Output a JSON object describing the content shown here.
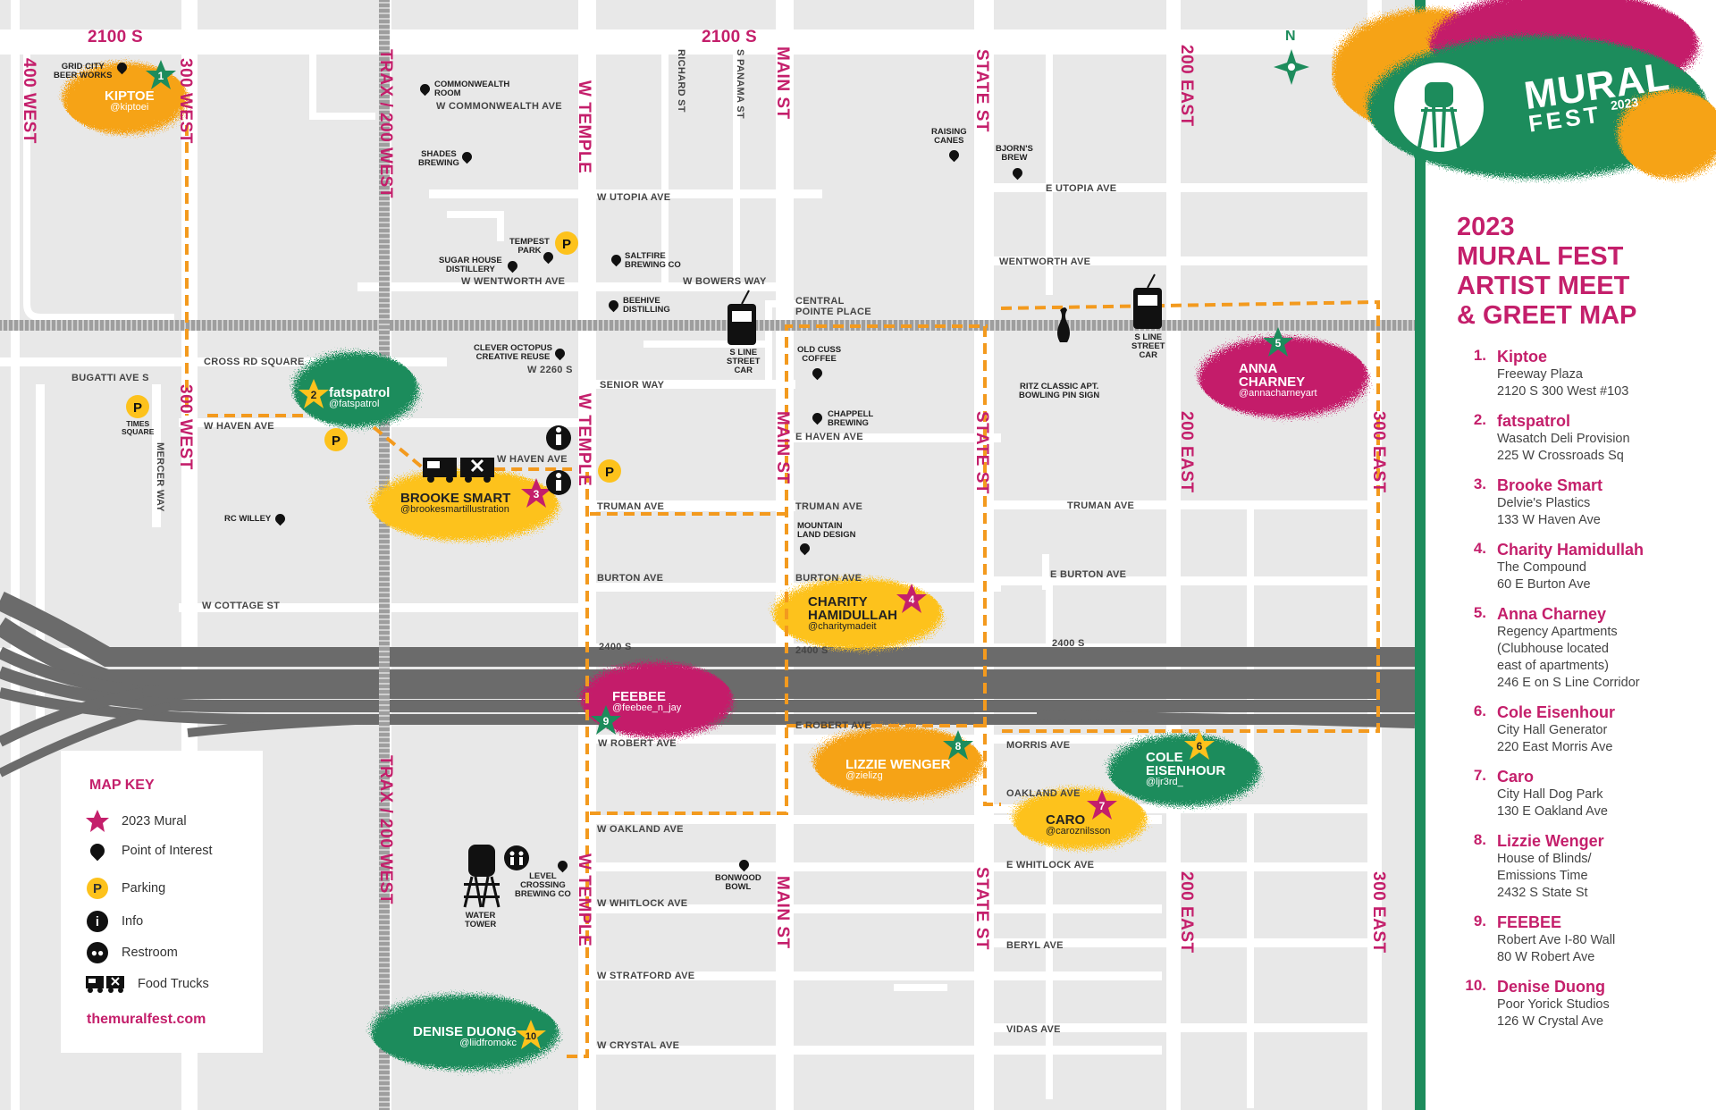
{
  "streets": {
    "s2100_left": "2100 S",
    "s2100_right": "2100 S",
    "w400": "400 WEST",
    "w300_top": "300 WEST",
    "w300_mid": "300 WEST",
    "trax_top": "TRAX / 200 WEST",
    "trax_bottom": "TRAX / 200 WEST",
    "wtemple_top": "W TEMPLE",
    "wtemple_mid": "W TEMPLE",
    "wtemple_bottom": "W TEMPLE",
    "main_top": "MAIN ST",
    "main_mid": "MAIN ST",
    "main_bottom": "MAIN ST",
    "state_top": "STATE ST",
    "state_mid": "STATE ST",
    "state_bottom": "STATE ST",
    "e200_top": "200 EAST",
    "e200_mid": "200 EAST",
    "e200_bottom": "200 EAST",
    "e300_mid": "300 EAST",
    "e300_bottom": "300 EAST",
    "richard": "RICHARD ST",
    "panama": "S PANAMA ST",
    "mercer": "MERCER WAY",
    "w_commonwealth": "W COMMONWEALTH AVE",
    "w_utopia": "W UTOPIA AVE",
    "e_utopia": "E UTOPIA AVE",
    "wentworth_w": "W WENTWORTH AVE",
    "wentworth_e": "WENTWORTH AVE",
    "bowers": "W BOWERS WAY",
    "central": "CENTRAL POINTE PLACE",
    "cross_rd": "CROSS RD SQUARE",
    "bugatti": "BUGATTI AVE S",
    "w2260": "W 2260 S",
    "senior": "SENIOR WAY",
    "haven_w": "W HAVEN AVE",
    "haven_w2": "W HAVEN AVE",
    "haven_e": "E HAVEN AVE",
    "truman_w": "TRUMAN AVE",
    "truman_m": "TRUMAN AVE",
    "truman_e": "TRUMAN AVE",
    "burton_w": "BURTON AVE",
    "burton_m": "BURTON AVE",
    "burton_e": "E BURTON AVE",
    "cottage": "W COTTAGE ST",
    "s2400_w": "2400 S",
    "s2400_m": "2400 S",
    "s2400_e": "2400 S",
    "robert_w": "W ROBERT AVE",
    "robert_e": "E ROBERT AVE",
    "morris": "MORRIS AVE",
    "oakland_w": "W OAKLAND AVE",
    "oakland_e": "OAKLAND AVE",
    "whitlock_w": "W WHITLOCK AVE",
    "whitlock_e": "E WHITLOCK AVE",
    "stratford": "W STRATFORD AVE",
    "beryl": "BERYL AVE",
    "crystal": "W CRYSTAL AVE",
    "vidas": "VIDAS AVE"
  },
  "pois": {
    "grid_city": [
      "GRID CITY",
      "BEER WORKS"
    ],
    "commonwealth_room": [
      "COMMONWEALTH",
      "ROOM"
    ],
    "shades": [
      "SHADES",
      "BREWING"
    ],
    "tempest": [
      "TEMPEST",
      "PARK"
    ],
    "sugar_house": [
      "SUGAR HOUSE",
      "DISTILLERY"
    ],
    "saltfire": [
      "SALTFIRE",
      "BREWING CO"
    ],
    "beehive": [
      "BEEHIVE",
      "DISTILLING"
    ],
    "raising_canes": [
      "RAISING",
      "CANES"
    ],
    "bjorns": [
      "BJORN'S",
      "BREW"
    ],
    "clever_octopus": [
      "CLEVER OCTOPUS",
      "CREATIVE REUSE"
    ],
    "times_square": [
      "TIMES",
      "SQUARE"
    ],
    "old_cuss": [
      "OLD CUSS",
      "COFFEE"
    ],
    "chappell": [
      "CHAPPELL",
      "BREWING"
    ],
    "ritz": [
      "RITZ CLASSIC APT.",
      "BOWLING PIN SIGN"
    ],
    "rc_willey": "RC WILLEY",
    "mountain_land": [
      "MOUNTAIN",
      "LAND DESIGN"
    ],
    "level_crossing": [
      "LEVEL",
      "CROSSING",
      "BREWING CO"
    ],
    "bonwood": [
      "BONWOOD",
      "BOWL"
    ],
    "water_tower": [
      "WATER",
      "TOWER"
    ],
    "sline_1": [
      "S LINE",
      "STREET",
      "CAR"
    ],
    "sline_2": [
      "S LINE",
      "STREET",
      "CAR"
    ]
  },
  "artists_on_map": [
    {
      "num": "1",
      "name": "KIPTOE",
      "handle": "@kiptoei"
    },
    {
      "num": "2",
      "name": "fatspatrol",
      "handle": "@fatspatrol"
    },
    {
      "num": "3",
      "name": "BROOKE SMART",
      "handle": "@brookesmartillustration"
    },
    {
      "num": "4",
      "name": "CHARITY HAMIDULLAH",
      "handle": "@charitymadeit"
    },
    {
      "num": "5",
      "name": "ANNA CHARNEY",
      "handle": "@annacharneyart"
    },
    {
      "num": "6",
      "name": "COLE EISENHOUR",
      "handle": "@ljr3rd_"
    },
    {
      "num": "7",
      "name": "CARO",
      "handle": "@caroznilsson"
    },
    {
      "num": "8",
      "name": "LIZZIE WENGER",
      "handle": "@zielizg"
    },
    {
      "num": "9",
      "name": "FEEBEE",
      "handle": "@feebee_n_jay"
    },
    {
      "num": "10",
      "name": "DENISE DUONG",
      "handle": "@liidfromokc"
    }
  ],
  "map_key": {
    "title": "MAP KEY",
    "mural": "2023 Mural",
    "poi": "Point of Interest",
    "parking": "Parking",
    "info": "Info",
    "restroom": "Restroom",
    "food_trucks": "Food Trucks",
    "website": "themuralfest.com"
  },
  "compass": "N",
  "logo": {
    "word1": "MURAL",
    "word2": "FEST",
    "year": "2023"
  },
  "sidebar": {
    "title_lines": [
      "2023",
      "MURAL FEST",
      "ARTIST MEET",
      "& GREET MAP"
    ],
    "entries": [
      {
        "num": "1.",
        "name": "Kiptoe",
        "lines": [
          "Freeway Plaza",
          "2120 S 300 West #103"
        ]
      },
      {
        "num": "2.",
        "name": "fatspatrol",
        "lines": [
          "Wasatch Deli Provision",
          "225 W Crossroads Sq"
        ]
      },
      {
        "num": "3.",
        "name": "Brooke Smart",
        "lines": [
          "Delvie's Plastics",
          "133 W Haven Ave"
        ]
      },
      {
        "num": "4.",
        "name": "Charity Hamidullah",
        "lines": [
          "The Compound",
          "60 E Burton Ave"
        ]
      },
      {
        "num": "5.",
        "name": "Anna Charney",
        "lines": [
          "Regency Apartments",
          "(Clubhouse located",
          "east of apartments)",
          "246 E on S Line Corridor"
        ]
      },
      {
        "num": "6.",
        "name": "Cole Eisenhour",
        "lines": [
          "City Hall Generator",
          "220 East Morris Ave"
        ]
      },
      {
        "num": "7.",
        "name": "Caro",
        "lines": [
          "City Hall Dog Park",
          "130 E Oakland Ave"
        ]
      },
      {
        "num": "8.",
        "name": "Lizzie Wenger",
        "lines": [
          "House of Blinds/",
          "Emissions Time",
          "2432 S State St"
        ]
      },
      {
        "num": "9.",
        "name": "FEEBEE",
        "lines": [
          "Robert Ave I-80 Wall",
          "80 W Robert Ave"
        ]
      },
      {
        "num": "10.",
        "name": "Denise Duong",
        "lines": [
          "Poor Yorick Studios",
          "126 W Crystal Ave"
        ]
      }
    ]
  },
  "colors": {
    "magenta": "#c41f6b",
    "green": "#1d8c5c",
    "orange": "#f6a317",
    "yellow": "#fdc21c",
    "route": "#f39a1e"
  }
}
